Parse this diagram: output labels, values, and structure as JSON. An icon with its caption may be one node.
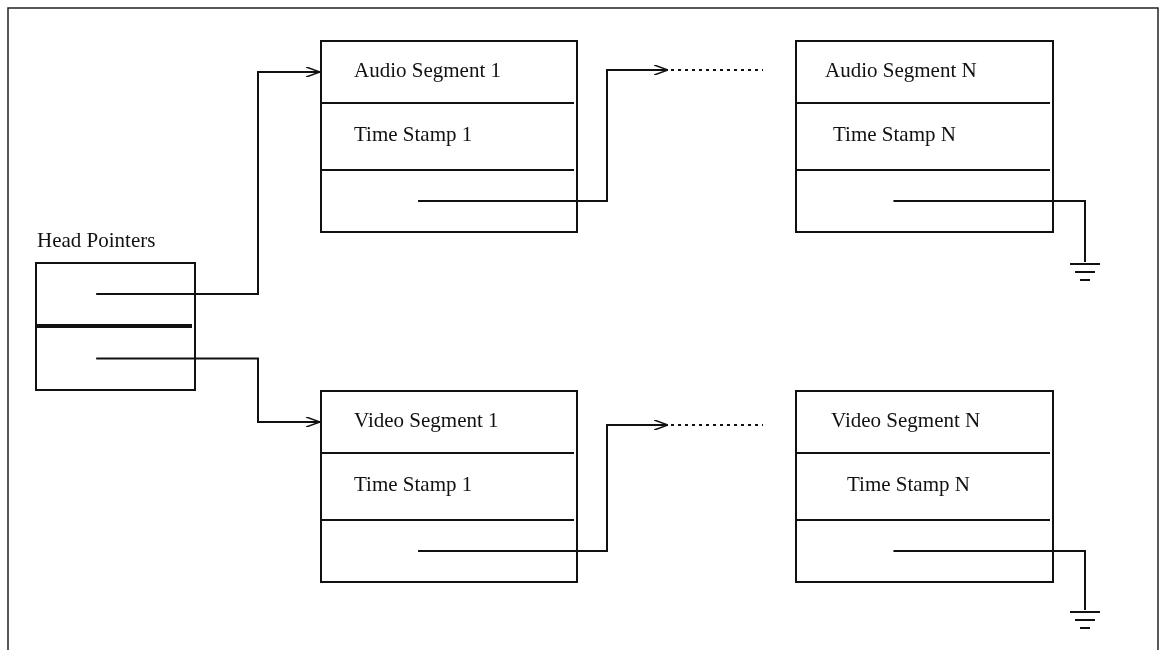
{
  "diagram": {
    "nodes": [
      {
        "text": [
          "Head Pointers"
        ]
      },
      {
        "text": [],
        "shape": "box",
        "in": 0
      },
      {
        "text": [],
        "shape": "box",
        "in": 0
      },
      {
        "text": [],
        "shape": "box"
      },
      {
        "text": [
          "Audio Segment 1"
        ],
        "in": 3
      },
      {
        "text": [
          "Time Stamp 1"
        ],
        "in": 3
      },
      {
        "text": [],
        "shape": "box",
        "in": 3
      },
      {
        "text": [],
        "shape": "box"
      },
      {
        "text": [
          "Audio Segment N"
        ],
        "in": 7
      },
      {
        "text": [
          "Time Stamp N"
        ],
        "in": 7
      },
      {
        "text": [],
        "shape": "box",
        "in": 7
      },
      {
        "text": [],
        "shape": "ground"
      },
      {
        "text": [],
        "shape": "box"
      },
      {
        "text": [
          "Video Segment 1"
        ],
        "in": 12
      },
      {
        "text": [
          "Time Stamp 1"
        ],
        "in": 12
      },
      {
        "text": [],
        "shape": "box",
        "in": 12
      },
      {
        "text": [],
        "shape": "box"
      },
      {
        "text": [
          "Video Segment N"
        ],
        "in": 16
      },
      {
        "text": [
          "Time Stamp N"
        ],
        "in": 16
      },
      {
        "text": [],
        "shape": "box",
        "in": 16
      },
      {
        "text": [],
        "shape": "ground"
      }
    ],
    "edges": [
      {
        "from": 1,
        "to": 4,
        "arrow": "to"
      },
      {
        "from": 2,
        "to": 13,
        "arrow": "to"
      },
      {
        "from": 6,
        "to": null,
        "arrow": "to"
      },
      {
        "from": 15,
        "to": null,
        "arrow": "to"
      },
      {
        "from": 10,
        "to": 11,
        "arrow": "none"
      },
      {
        "from": 19,
        "to": 20,
        "arrow": "none"
      }
    ]
  }
}
